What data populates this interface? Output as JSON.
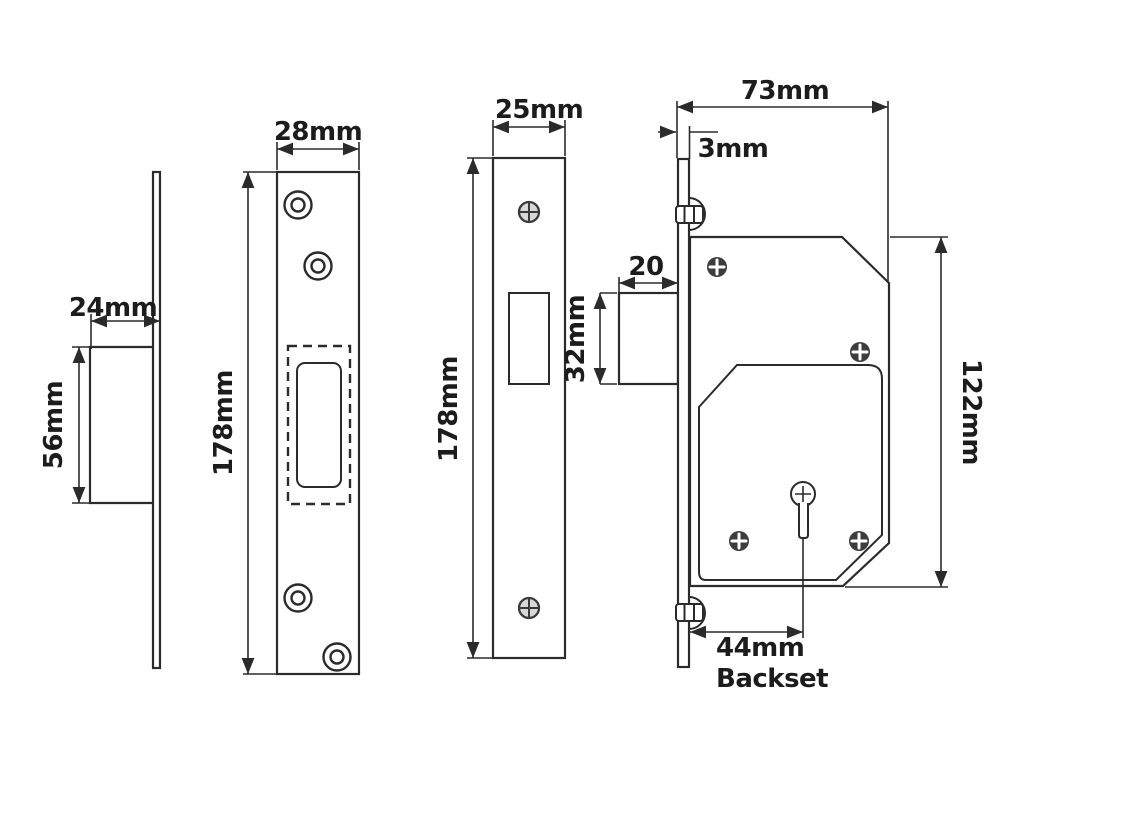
{
  "drawing": {
    "background": "#ffffff",
    "line_color": "#2b2b2b",
    "screw_color": "#3d3d3d",
    "views": {
      "strike_side": {
        "depth": "24mm",
        "box_height": "56mm"
      },
      "strike_front": {
        "width": "28mm",
        "height": "178mm"
      },
      "faceplate_front": {
        "width": "25mm",
        "height": "178mm"
      },
      "lock_side": {
        "case_width": "73mm",
        "plate_thickness": "3mm",
        "bolt_throw": "20",
        "bolt_height": "32mm",
        "case_height": "122mm",
        "backset": "44mm",
        "backset_word": "Backset"
      }
    },
    "icons": {
      "ring-hole-icon": "double circle screw hole",
      "phillips-screw-icon": "circle with cross slot",
      "keyhole-icon": "circle with downward stem",
      "fixing-bolt-icon": "bolt head with dome washer"
    }
  }
}
